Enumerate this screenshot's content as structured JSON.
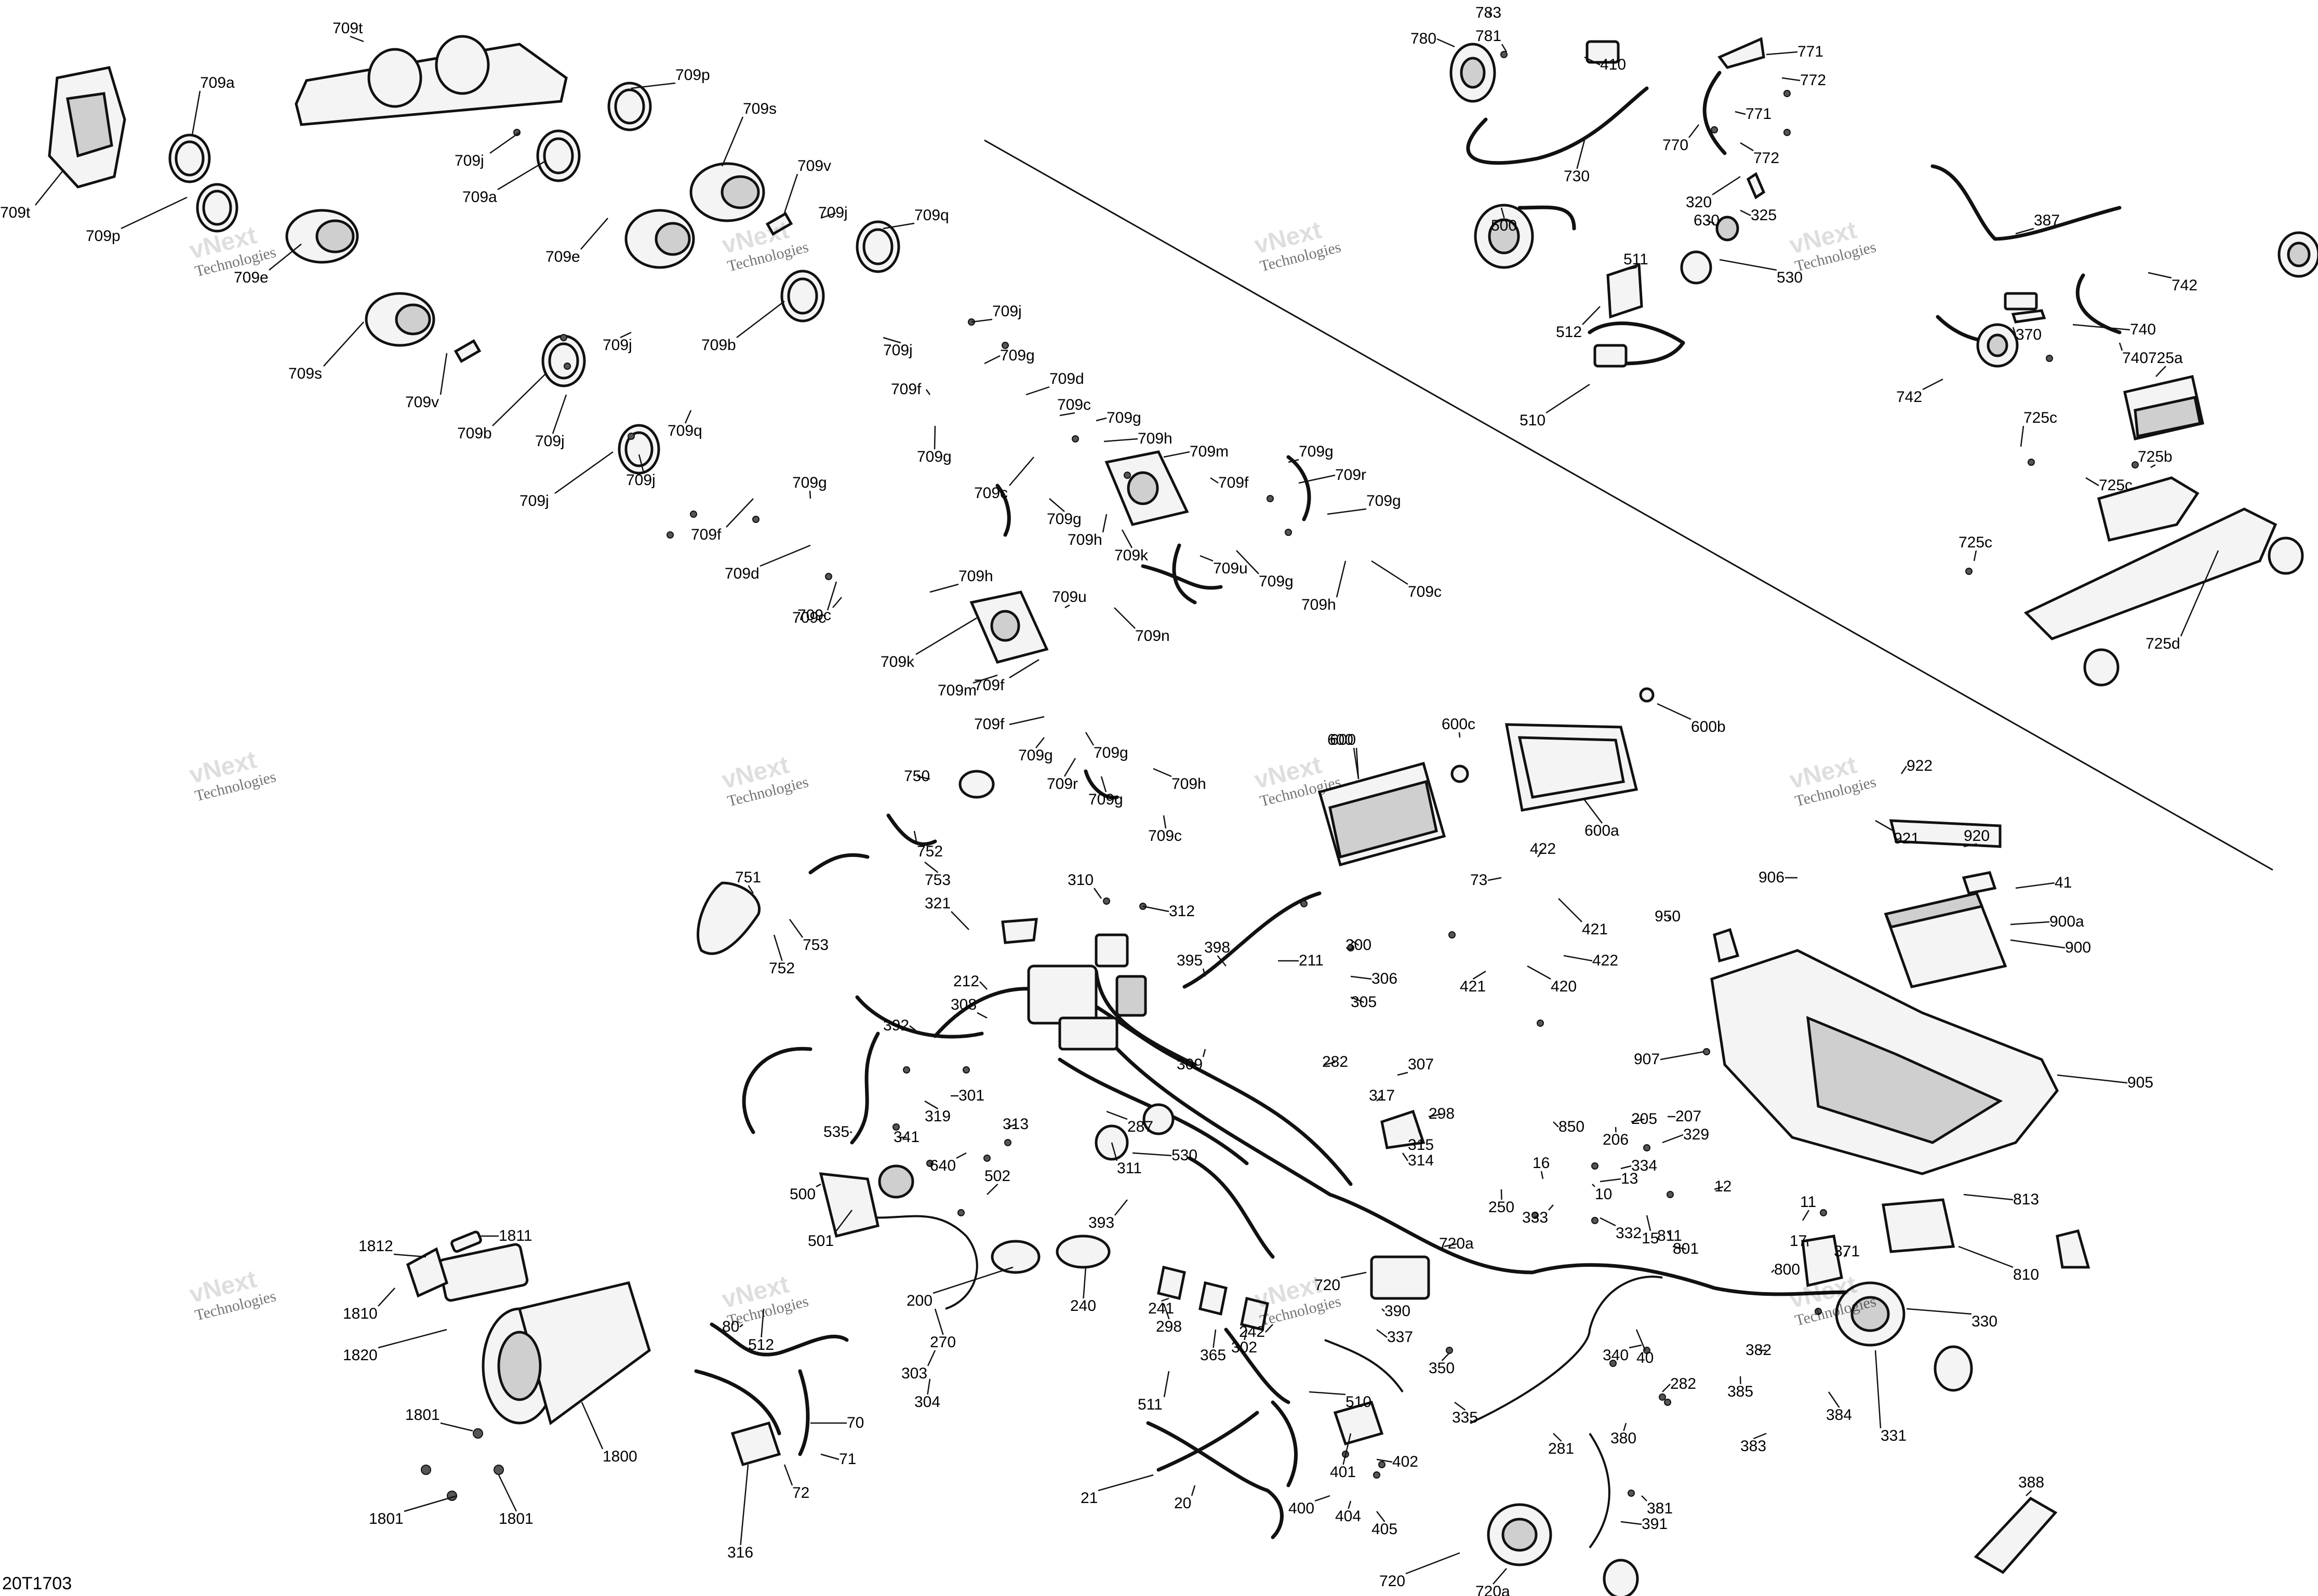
{
  "reference_code": "20T1703",
  "watermark": {
    "line1": "vNext",
    "line2": "Technologies"
  },
  "callouts": [
    "709t",
    "709a",
    "709t",
    "709p",
    "709e",
    "709p",
    "709j",
    "709a",
    "709s",
    "709e",
    "709v",
    "709j",
    "709q",
    "709b",
    "709j",
    "709j",
    "709s",
    "709v",
    "709b",
    "709j",
    "709j",
    "709q",
    "709j",
    "709j",
    "709g",
    "709d",
    "709f",
    "709g",
    "709c",
    "709g",
    "709h",
    "709c",
    "709g",
    "709m",
    "709f",
    "709g",
    "709r",
    "709g",
    "709h",
    "709k",
    "709u",
    "709c",
    "709h",
    "709f",
    "709g",
    "709d",
    "709c",
    "709c",
    "709g",
    "709h",
    "709k",
    "709u",
    "709n",
    "709m",
    "709f",
    "709f",
    "709g",
    "709g",
    "709r",
    "709g",
    "709h",
    "709c",
    "783",
    "780",
    "781",
    "410",
    "771",
    "772",
    "771",
    "770",
    "772",
    "730",
    "320",
    "325",
    "630",
    "530",
    "500",
    "511",
    "512",
    "510",
    "387",
    "742",
    "740",
    "742",
    "370",
    "740",
    "725a",
    "725c",
    "725c",
    "725b",
    "725c",
    "725d",
    "600",
    "600c",
    "600b",
    "600a",
    "922",
    "921",
    "920",
    "906",
    "41",
    "900a",
    "900",
    "950",
    "905",
    "907",
    "750",
    "752",
    "753",
    "751",
    "753",
    "752",
    "310",
    "312",
    "321",
    "398",
    "395",
    "211",
    "300",
    "306",
    "305",
    "212",
    "308",
    "392",
    "309",
    "282",
    "307",
    "319",
    "301",
    "287",
    "311",
    "317",
    "315",
    "314",
    "298",
    "341",
    "530",
    "640",
    "535",
    "313",
    "502",
    "500",
    "501",
    "512",
    "393",
    "250",
    "850",
    "205",
    "206",
    "207",
    "329",
    "334",
    "16",
    "15",
    "333",
    "332",
    "10",
    "13",
    "12",
    "11",
    "17",
    "371",
    "813",
    "810",
    "811",
    "801",
    "800",
    "330",
    "331",
    "384",
    "720a",
    "720",
    "390",
    "337",
    "242",
    "241",
    "240",
    "200",
    "270",
    "298",
    "365",
    "302",
    "303",
    "304",
    "511",
    "510",
    "350",
    "335",
    "40",
    "340",
    "282",
    "382",
    "385",
    "383",
    "1812",
    "1811",
    "1810",
    "1820",
    "1800",
    "1801",
    "1801",
    "1801",
    "80",
    "70",
    "71",
    "72",
    "316",
    "21",
    "20",
    "401",
    "402",
    "400",
    "404",
    "405",
    "281",
    "380",
    "381",
    "720",
    "720a",
    "391",
    "388",
    "73",
    "422",
    "421",
    "420",
    "421",
    "422",
    "600"
  ]
}
